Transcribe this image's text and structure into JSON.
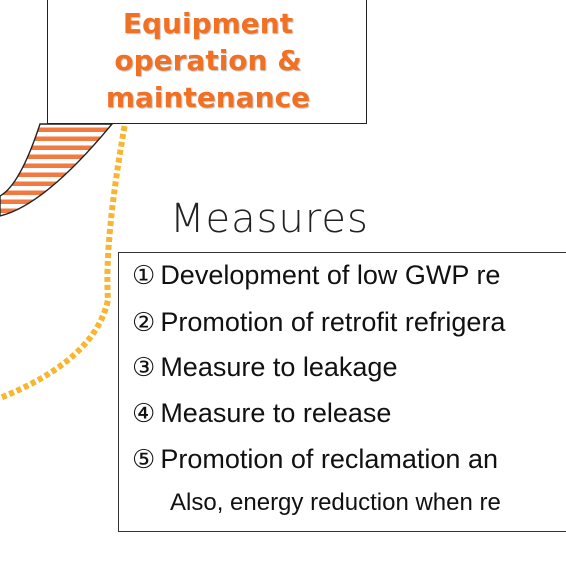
{
  "equipment": {
    "line1": "Equipment",
    "line2": "operation &",
    "line3": "maintenance"
  },
  "measures": {
    "title": "Measures",
    "items": [
      {
        "num": "①",
        "text": "Development of low GWP re"
      },
      {
        "num": "②",
        "text": "Promotion of retrofit refrigera"
      },
      {
        "num": "③",
        "text": "Measure to leakage"
      },
      {
        "num": "④",
        "text": "Measure to release"
      },
      {
        "num": "⑤",
        "text": "Promotion of reclamation an"
      }
    ],
    "note": "Also, energy reduction when re"
  },
  "colors": {
    "accent_orange": "#f07024",
    "dashed_yellow": "#f8b530",
    "stripe_orange": "#f07a40",
    "text": "#111111",
    "border": "#222222"
  }
}
